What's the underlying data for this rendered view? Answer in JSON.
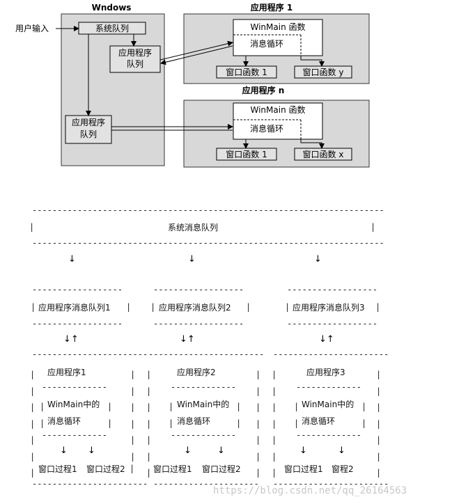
{
  "top_diagram": {
    "windows_title": "Wndows",
    "user_input": "用户输入",
    "system_queue": "系统队列",
    "app_queue_line1": "应用程序",
    "app_queue_line2": "队列",
    "app1_title": "应用程序 1",
    "appn_title": "应用程序 n",
    "winmain": "WinMain 函数",
    "message_loop": "消息循环",
    "window_func_1": "窗口函数 1",
    "window_func_y": "窗口函数 y",
    "window_func_x": "窗口函数 x"
  },
  "ascii_diagram": {
    "system_queue_label": "系统消息队列",
    "app_queues": [
      "应用程序消息队列1",
      "应用程序消息队列2",
      "应用程序消息队列3"
    ],
    "apps": [
      {
        "name": "应用程序1",
        "winmain": "WinMain中的",
        "loop": "消息循环",
        "proc_a": "窗口过程1",
        "proc_b": "窗口过程2"
      },
      {
        "name": "应用程序2",
        "winmain": "WinMain中的",
        "loop": "消息循环",
        "proc_a": "窗口过程1",
        "proc_b": "窗口过程2"
      },
      {
        "name": "应用程序3",
        "winmain": "WinMain中的",
        "loop": "消息循环",
        "proc_a": "窗口过程1",
        "proc_b": "窗程2"
      }
    ],
    "down_arrow": "↓",
    "up_down_arrows": "↓↑"
  },
  "watermark": "https://blog.csdn.net/qq_26164563"
}
